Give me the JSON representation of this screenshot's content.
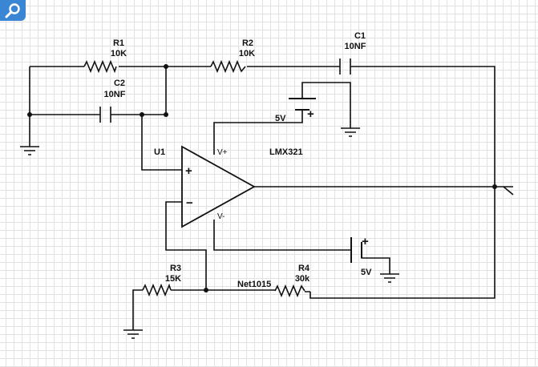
{
  "toolbar": {
    "zoom_icon": "magnifier-icon",
    "accent": "#3a86d4"
  },
  "components": {
    "r1": {
      "ref": "R1",
      "value": "10K"
    },
    "r2": {
      "ref": "R2",
      "value": "10K"
    },
    "r3": {
      "ref": "R3",
      "value": "15K"
    },
    "r4": {
      "ref": "R4",
      "value": "30k"
    },
    "c1": {
      "ref": "C1",
      "value": "10NF"
    },
    "c2": {
      "ref": "C2",
      "value": "10NF"
    },
    "u1": {
      "ref": "U1",
      "part": "LMX321",
      "vplus": "V+",
      "vminus": "V-",
      "in_plus": "+",
      "in_minus": "−"
    },
    "bat_top": {
      "label": "5V",
      "plus": "+"
    },
    "bat_bottom": {
      "label": "5V",
      "plus": "+"
    }
  },
  "nets": {
    "net1015": "Net1015"
  }
}
